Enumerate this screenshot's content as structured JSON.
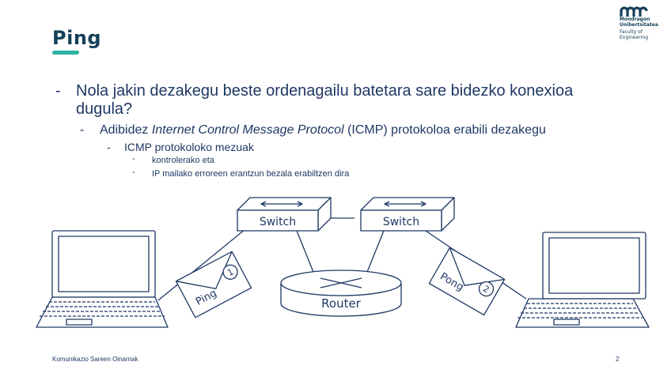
{
  "slide": {
    "title": "Ping",
    "footer": "Komunikazio Sareen Oinarriak",
    "page_number": "2"
  },
  "logo": {
    "lines": [
      "Mondragon",
      "Unibertsitatea",
      "Faculty of",
      "Engineering"
    ]
  },
  "bullets": {
    "level1_line1": "Nola jakin dezakegu beste ordenagailu batetara sare bidezko konexioa",
    "level1_line2": "dugula?",
    "level2_prefix": "Adibidez ",
    "level2_italic": "Internet Control Message Protocol",
    "level2_suffix": " (ICMP) protokoloa erabili dezakegu",
    "level3": "ICMP protokoloko mezuak",
    "level4": [
      "kontrolerako eta",
      "IP mailako erroreen erantzun bezala erabiltzen dira"
    ],
    "dash": "-"
  },
  "diagram": {
    "switch_left": "Switch",
    "switch_right": "Switch",
    "router": "Router",
    "envelope_left_label": "Ping",
    "envelope_left_number": "1",
    "envelope_right_label": "Pong",
    "envelope_right_number": "2",
    "colors": {
      "stroke": "#1f3864",
      "fill": "#ffffff"
    }
  }
}
